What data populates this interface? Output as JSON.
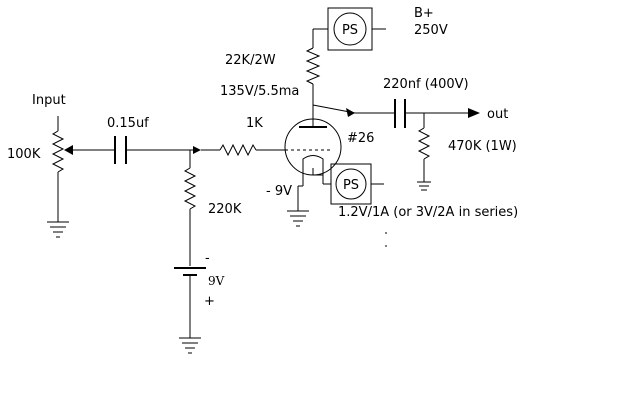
{
  "labels": {
    "b_plus": "B+",
    "b_plus_voltage": "250V",
    "plate_resistor": "22K/2W",
    "plate_voltage": "135V/5.5ma",
    "output_cap": "220nf (400V)",
    "output": "out",
    "input": "Input",
    "input_cap": "0.15uf",
    "grid_resistor": "1K",
    "tube_type": "#26",
    "input_pot": "100K",
    "output_resistor": "470K (1W)",
    "bias_voltage": "- 9V",
    "grid_leak": "220K",
    "filament_supply": "1.2V/1A (or 3V/2A in series)",
    "battery_minus": "-",
    "battery_voltage": "9V",
    "battery_plus": "+",
    "power_supply_top": "PS",
    "power_supply_filament": "PS"
  },
  "colors": {
    "ink": "#000000",
    "background": "#ffffff"
  }
}
